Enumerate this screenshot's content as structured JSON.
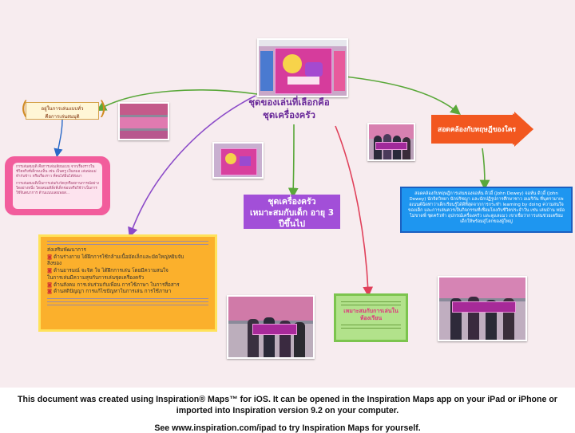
{
  "map": {
    "central": {
      "title_line1": "ชุดของเล่นที่เลือกคือ",
      "title_line2": "ชุดเครื่องครัว"
    },
    "note_topleft": {
      "line1": "อยู่ในการเล่นแบบทั่ว",
      "line2": "คือการเล่นสมมุติ"
    },
    "pink_note": {
      "para1": "การเล่นสมมติ คือการเล่นเลียนแบบ จากเรื่องราวในชีวิตจริงที่เด็กพบเห็น เช่น เป็นครู เป็นหมอ เล่นพ่อแม่ทำกับข้าว หรือเรื่องราว ที่คนได้ยินได้ฟังมา",
      "para2": "การเล่นสมมติเป็นการเล่นกับวัตถุหรือสถานการณ์อย่างใดอย่างหนึ่ง โดยสมมติสิ่งที่เด็กชอบหรือใช้ว่าเป็นการใช้จินตนาการ ด้านแนบเลยเพยส..."
    },
    "purple_box": {
      "line1": "ชุดเครื่องครัว",
      "line2": "เหมาะสมกับเด็ก อายุ 3",
      "line3": "ปีขึ้นไป"
    },
    "arrow_box": {
      "label": "สอดคล้องกับทฤษฎีของใคร"
    },
    "yellow_box": {
      "heading": "ส่งเสริมพัฒนาการ",
      "item1_line1": "ด้านร่างกาย ได้ฝึกการใช้กล้ามเนื้อมัดเล็กและมัดใหญ่หยิบจับ",
      "item1_line2": "สิ่งของ",
      "item2_line1": "ด้านอารมณ์ จะจิต ใจ ได้ฝึกการเล่น โดยมีความสนใจ",
      "item2_line2": "ในการเล่นมีความสุขกับการเล่นชุดเครื่องครัว",
      "item3": "ด้านสังคม  การเล่นร่วมกับเพื่อน การใช้ภาษา ในการสื่อสาร",
      "item4": "ด้านสติปัญญา  การแก้ไขปัญหาในการเล่น การใช้ภาษา"
    },
    "blue_box": {
      "text": "สอดคล้องกับทฤษฎีการเล่นของจอห์น ดิวอี้ (John Dewey) จอห์น ดิวอี้ (John Dewey) นักจิตวิทยา นักปรัชญา และนักปฏิรูปการศึกษาชาว อเมริกัน ที่นุตรามาเพอเนนต์ฉีดท่าว่าเด็กเรียนรู้ได้ดีที่สุดจากการกระทำ learning by doing ความสนใจของเด็ก และการเล่นควรเป็นกิจกรรมที่เชื่อมโยงกับชีวิตประจำวัน เช่น เล่นบ้าน หม้อ ไม่ขาดพี่ ชุดครัวทำ อุปกรณ์เครื่องครัว และดูแลแมว เขาเชื่อว่าการเล่นช่วยเตรียมเด็กให้พร้อมสู่โลกของผู้ใหญ่"
    },
    "green_box": {
      "line1": "เหมาะสมกับการเล่นใน",
      "line2": "ห้องเรียน"
    },
    "photos": [
      {
        "name": "photo-toy-set-main"
      },
      {
        "name": "photo-toy-shelf-left"
      },
      {
        "name": "photo-toy-set-middle"
      },
      {
        "name": "photo-group-top-right"
      },
      {
        "name": "photo-group-bottom-middle"
      },
      {
        "name": "photo-group-bottom-right"
      }
    ],
    "colors": {
      "background": "#f7ecef",
      "link_green": "#5aa83a",
      "link_purple": "#8b4ac8",
      "link_red": "#e0405a",
      "purple_box": "#a24fd8",
      "orange_arrow": "#f2571f",
      "yellow_box": "#fbb02c",
      "blue_box": "#1e96f0",
      "green_box": "#b2e28b",
      "pink_box": "#f25d9c"
    }
  },
  "footer": {
    "line1": "This document was created using Inspiration® Maps™ for iOS. It can be opened in the Inspiration Maps app on your iPad or iPhone or",
    "line2": "imported into Inspiration version 9.2 on your computer.",
    "line3": "See www.inspiration.com/ipad to try Inspiration Maps for yourself."
  }
}
